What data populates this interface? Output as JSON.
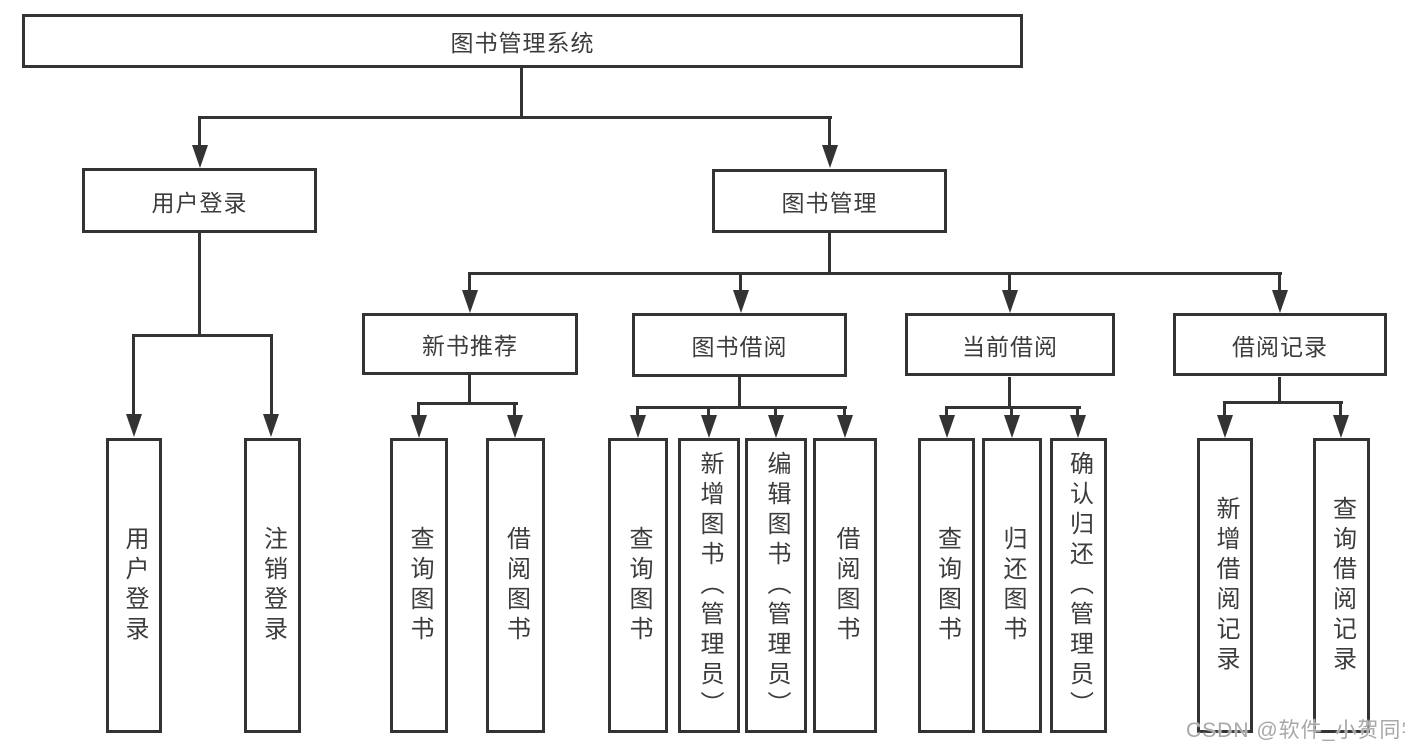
{
  "title": "图书管理系统",
  "colors": {
    "line": "#333333",
    "text": "#3c3c3c",
    "watermark": "#a8a8a8",
    "background": "#ffffff"
  },
  "tree": {
    "label": "图书管理系统",
    "children": [
      {
        "label": "用户登录",
        "children": [
          {
            "label": "用户登录"
          },
          {
            "label": "注销登录"
          }
        ]
      },
      {
        "label": "图书管理",
        "children": [
          {
            "label": "新书推荐",
            "children": [
              {
                "label": "查询图书"
              },
              {
                "label": "借阅图书"
              }
            ]
          },
          {
            "label": "图书借阅",
            "children": [
              {
                "label": "查询图书"
              },
              {
                "label": "新增图书（管理员）"
              },
              {
                "label": "编辑图书（管理员）"
              },
              {
                "label": "借阅图书"
              }
            ]
          },
          {
            "label": "当前借阅",
            "children": [
              {
                "label": "查询图书"
              },
              {
                "label": "归还图书"
              },
              {
                "label": "确认归还（管理员）"
              }
            ]
          },
          {
            "label": "借阅记录",
            "children": [
              {
                "label": "新增借阅记录"
              },
              {
                "label": "查询借阅记录"
              }
            ]
          }
        ]
      }
    ]
  },
  "watermark": {
    "text": "CSDN @软件_小贺同学"
  }
}
